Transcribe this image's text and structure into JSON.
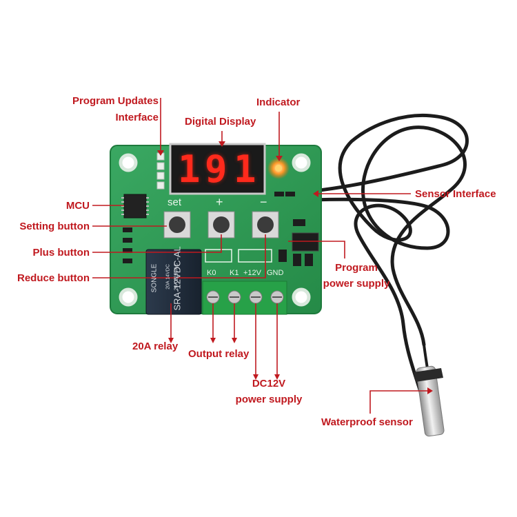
{
  "labels": {
    "program_updates_line1": "Program Updates",
    "program_updates_line2": "Interface",
    "digital_display": "Digital Display",
    "indicator": "Indicator",
    "sensor_interface": "Sensor Interface",
    "mcu": "MCU",
    "setting_button": "Setting button",
    "plus_button": "Plus button",
    "reduce_button": "Reduce button",
    "program_power_line1": "Program",
    "program_power_line2": "power supply",
    "relay_20a": "20A relay",
    "output_relay": "Output relay",
    "dc12v_line1": "DC12V",
    "dc12v_line2": "power supply",
    "waterproof_sensor": "Waterproof sensor"
  },
  "board": {
    "button_set": "set",
    "button_plus": "+",
    "button_minus": "−",
    "terminal_labels": [
      "K0",
      "K1",
      "+12V",
      "GND"
    ],
    "display_digits": [
      "1",
      "9",
      "1"
    ],
    "relay_brand": "SONGLE",
    "relay_model": "SRA-12VDC-AL",
    "relay_rating_1": "20A 14VDC",
    "relay_rating_2": "20A 125VAC"
  },
  "colors": {
    "annotation": "#c0191f",
    "pcb": "#2f9a52",
    "display_segment": "#ff2a1c",
    "relay_body": "#1f2b3a",
    "terminal_block": "#27a148",
    "cable": "#1c1c1c"
  }
}
